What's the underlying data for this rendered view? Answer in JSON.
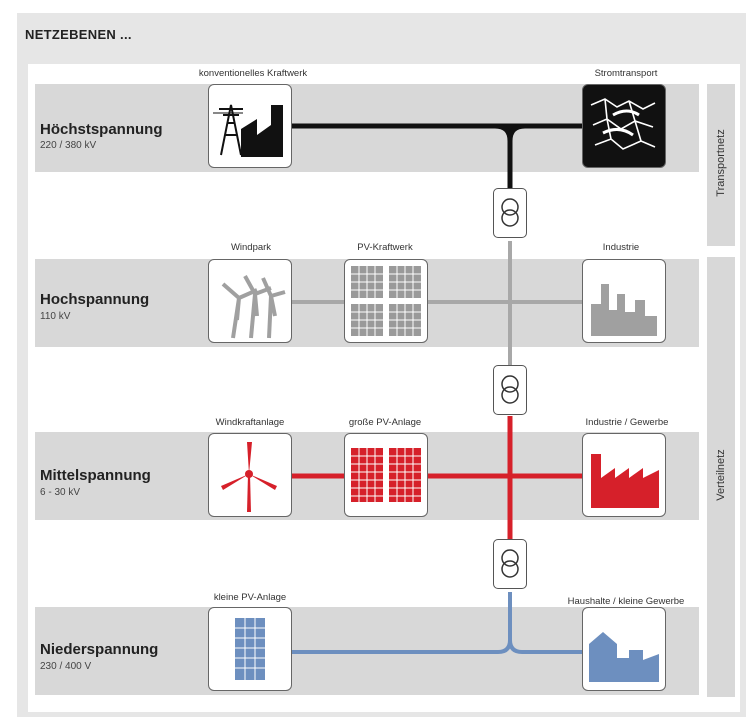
{
  "header": {
    "title": "NETZEBENEN ..."
  },
  "side_labels": {
    "transport": "Transportnetz",
    "distribution": "Verteilnetz"
  },
  "levels": [
    {
      "title": "Höchstspannung",
      "voltage": "220 / 380 kV"
    },
    {
      "title": "Hochspannung",
      "voltage": "110 kV"
    },
    {
      "title": "Mittelspannung",
      "voltage": "6 - 30 kV"
    },
    {
      "title": "Niederspannung",
      "voltage": "230 / 400 V"
    }
  ],
  "captions": {
    "kraftwerk": "konventionelles Kraftwerk",
    "stromtransport": "Stromtransport",
    "windpark": "Windpark",
    "pv_kraftwerk": "PV-Kraftwerk",
    "industrie": "Industrie",
    "windkraftanlage": "Windkraftanlage",
    "grosse_pv": "große PV-Anlage",
    "industrie_gewerbe": "Industrie / Gewerbe",
    "kleine_pv": "kleine PV-Anlage",
    "haushalte": "Haushalte / kleine Gewerbe"
  },
  "colors": {
    "hoechst": "#111111",
    "hoch": "#a8a8a8",
    "mittel": "#d6202a",
    "nieder": "#6d8fbf",
    "band": "#d8d8d8"
  }
}
